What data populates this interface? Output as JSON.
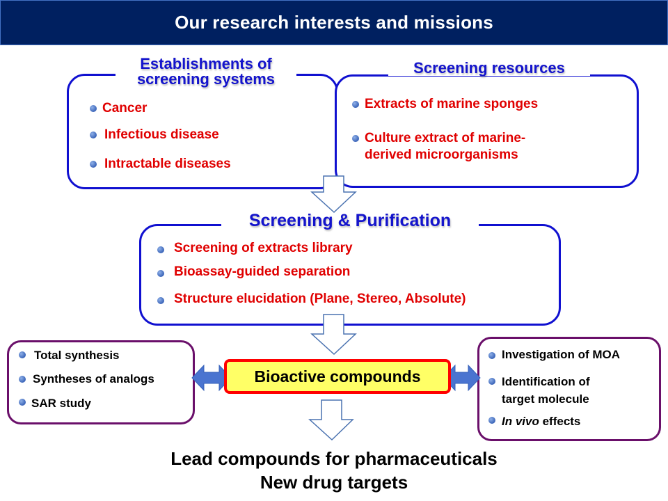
{
  "header": {
    "title": "Our research interests and missions"
  },
  "establishments": {
    "title_line1": "Establishments of",
    "title_line2": "screening systems",
    "items": [
      "Cancer",
      "Infectious disease",
      "Intractable diseases"
    ]
  },
  "resources": {
    "title": "Screening resources",
    "items": [
      {
        "line1": "Extracts of marine sponges"
      },
      {
        "line1": "Culture extract of marine-",
        "line2": "derived microorganisms"
      }
    ]
  },
  "purification": {
    "title": "Screening & Purification",
    "items": [
      "Screening of extracts library",
      "Bioassay-guided separation",
      "Structure elucidation (Plane, Stereo, Absolute)"
    ]
  },
  "synthesis": {
    "items": [
      "Total synthesis",
      "Syntheses of analogs",
      "SAR study"
    ]
  },
  "mechanism": {
    "items": [
      {
        "line1": "Investigation of MOA"
      },
      {
        "line1": "Identification of",
        "line2": "target molecule"
      },
      {
        "italic": "In vivo",
        "rest": " effects"
      }
    ]
  },
  "center": {
    "label": "Bioactive compounds"
  },
  "footer": {
    "line1": "Lead compounds for pharmaceuticals",
    "line2": "New drug targets"
  },
  "colors": {
    "header_bg": "#002060",
    "box_border": "#1010d0",
    "title_text": "#1414cc",
    "item_red": "#e00000",
    "purple_border": "#6a0f6a",
    "center_fill": "#ffff66",
    "center_border": "#ff0000",
    "arrow_blue": "#4472c4"
  }
}
